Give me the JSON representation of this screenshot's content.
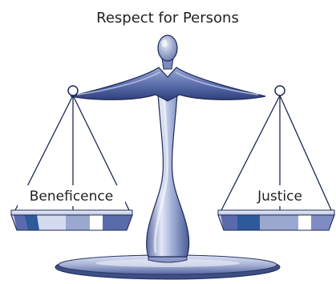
{
  "diagram": {
    "top_label": "Respect for Persons",
    "left_label": "Beneficence",
    "right_label": "Justice",
    "colors": {
      "accent_dark": "#2e5a9c",
      "steel_light": "#d4dbef",
      "steel_mid": "#9aa7cf",
      "steel_dark": "#3b4e86",
      "stroke": "#1e2a55"
    }
  }
}
